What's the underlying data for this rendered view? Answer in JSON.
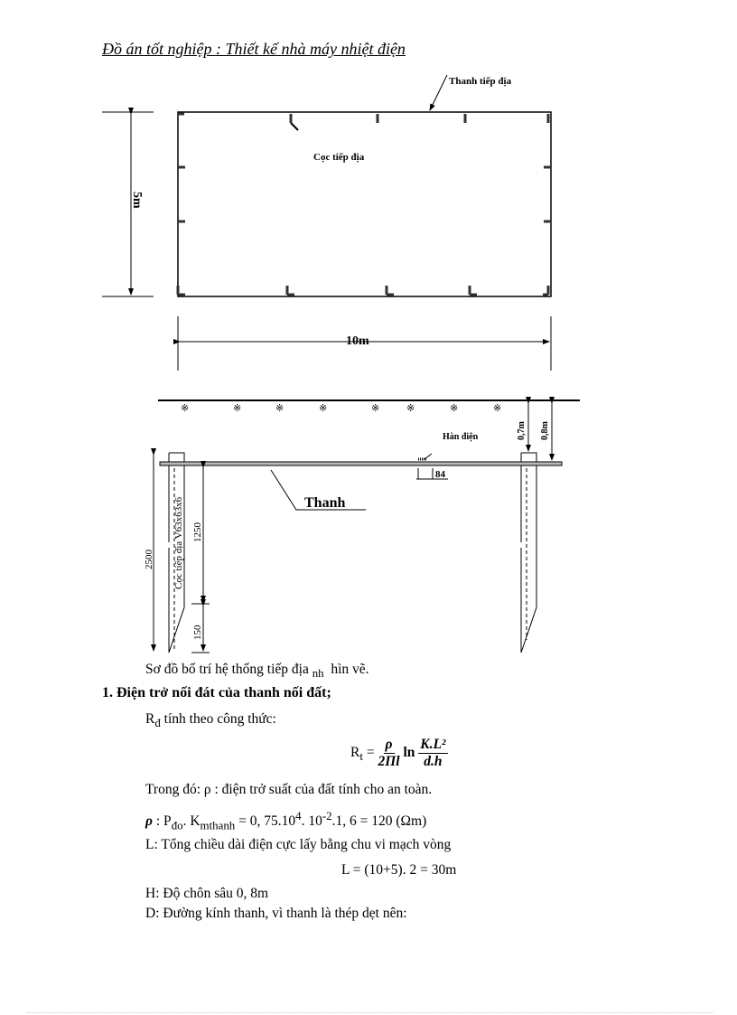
{
  "header": {
    "title": "Đồ án tốt nghiệp : Thiết kế nhà máy nhiệt điện"
  },
  "plan": {
    "bar_label": "Thanh tiếp địa",
    "stake_label": "Cọc tiếp địa",
    "height_dim": "5m",
    "width_dim": "10m"
  },
  "section": {
    "weld_label": "Hàn điện",
    "dim_07": "0,7m",
    "dim_08": "0,8m",
    "weld_len": "84",
    "bar_label": "Thanh",
    "stake_label": "Cọc tiếp địa V63x63x6",
    "dim_2500": "2500",
    "dim_1250": "1250",
    "dim_150": "150"
  },
  "doc": {
    "caption": "Sơ đồ bố trí hệ thống tiếp địa",
    "caption_sub": "nh",
    "caption_end": "hìn vẽ.",
    "heading": "1. Điện trở nối đát của thanh nối đất;",
    "rd_line_sym": "R",
    "rd_line_sub": "đ",
    "rd_line_text": "tính theo công thức:",
    "formula": {
      "lhs": "R",
      "lhs_sub": "t",
      "eq": "=",
      "num1": "ρ",
      "den1": "2Πl",
      "ln": "ln",
      "num2": "K.L²",
      "den2": "d.h"
    },
    "rho_def": "Trong đó: ρ : điện trở suất của đất tính cho an toàn.",
    "rho_calc": {
      "sym": "ρ",
      "a": " : P",
      "a_sub": "đo",
      "b": ". K",
      "b_sub": "mthanh",
      "c": " = 0, 75.10",
      "c_sup": "4",
      "d": ". 10",
      "d_sup": "-2",
      "e": ".1, 6 = 120 (Ωm)"
    },
    "L_def": "L: Tổng chiều dài điện cực lấy bằng chu vi mạch vòng",
    "L_calc": "L = (10+5). 2 = 30m",
    "H_def": "H: Độ chôn sâu 0, 8m",
    "D_def": "D: Đường kính thanh, vì thanh là thép dẹt nên:"
  }
}
